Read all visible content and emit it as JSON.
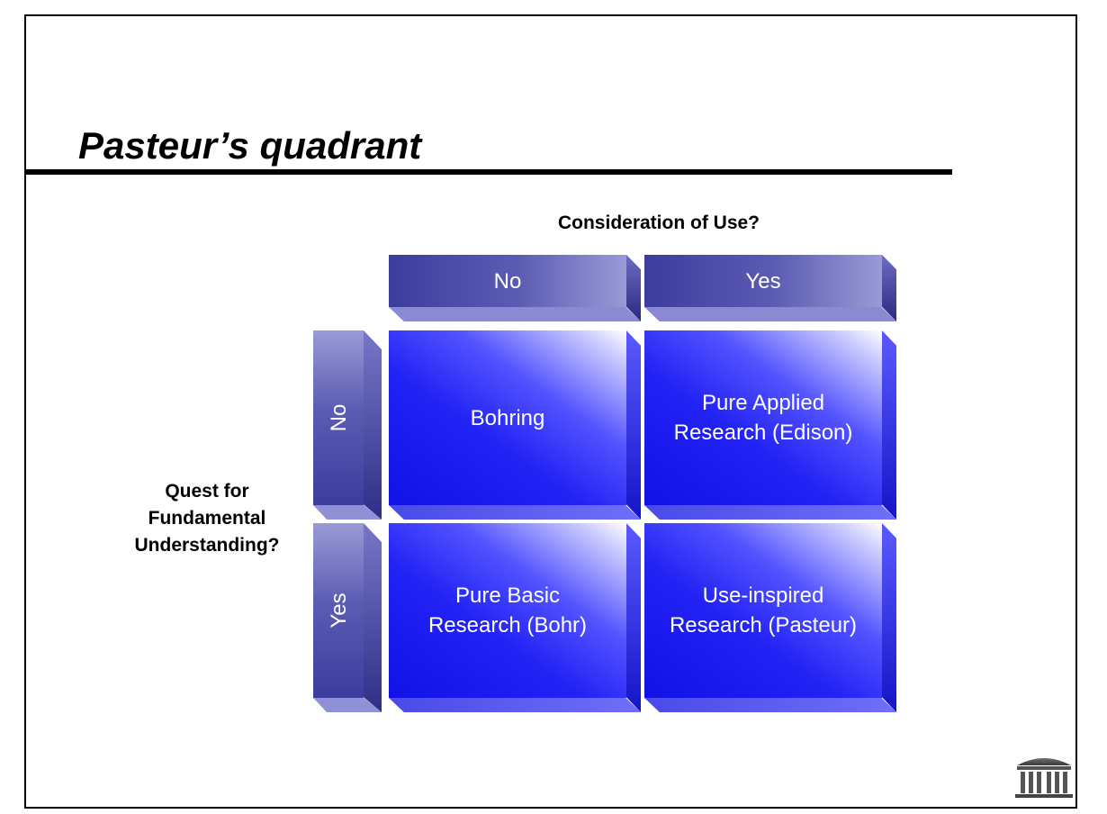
{
  "slide": {
    "title": "Pasteur’s quadrant",
    "column_axis_label": "Consideration of Use?",
    "row_axis_label_lines": [
      "Quest for",
      "Fundamental",
      "Understanding?"
    ],
    "column_headers": [
      "No",
      "Yes"
    ],
    "row_headers": [
      "No",
      "Yes"
    ],
    "cells": {
      "no_no": "Bohring",
      "no_yes_lines": [
        "Pure Applied",
        "Research (Edison)"
      ],
      "yes_no_lines": [
        "Pure Basic",
        "Research (Bohr)"
      ],
      "yes_yes_lines": [
        "Use-inspired",
        "Research (Pasteur)"
      ]
    },
    "logo_icon": "building-columns-icon",
    "colors": {
      "cell_blue": "#1a1aee",
      "header_slate": "#4a4aa8"
    }
  }
}
